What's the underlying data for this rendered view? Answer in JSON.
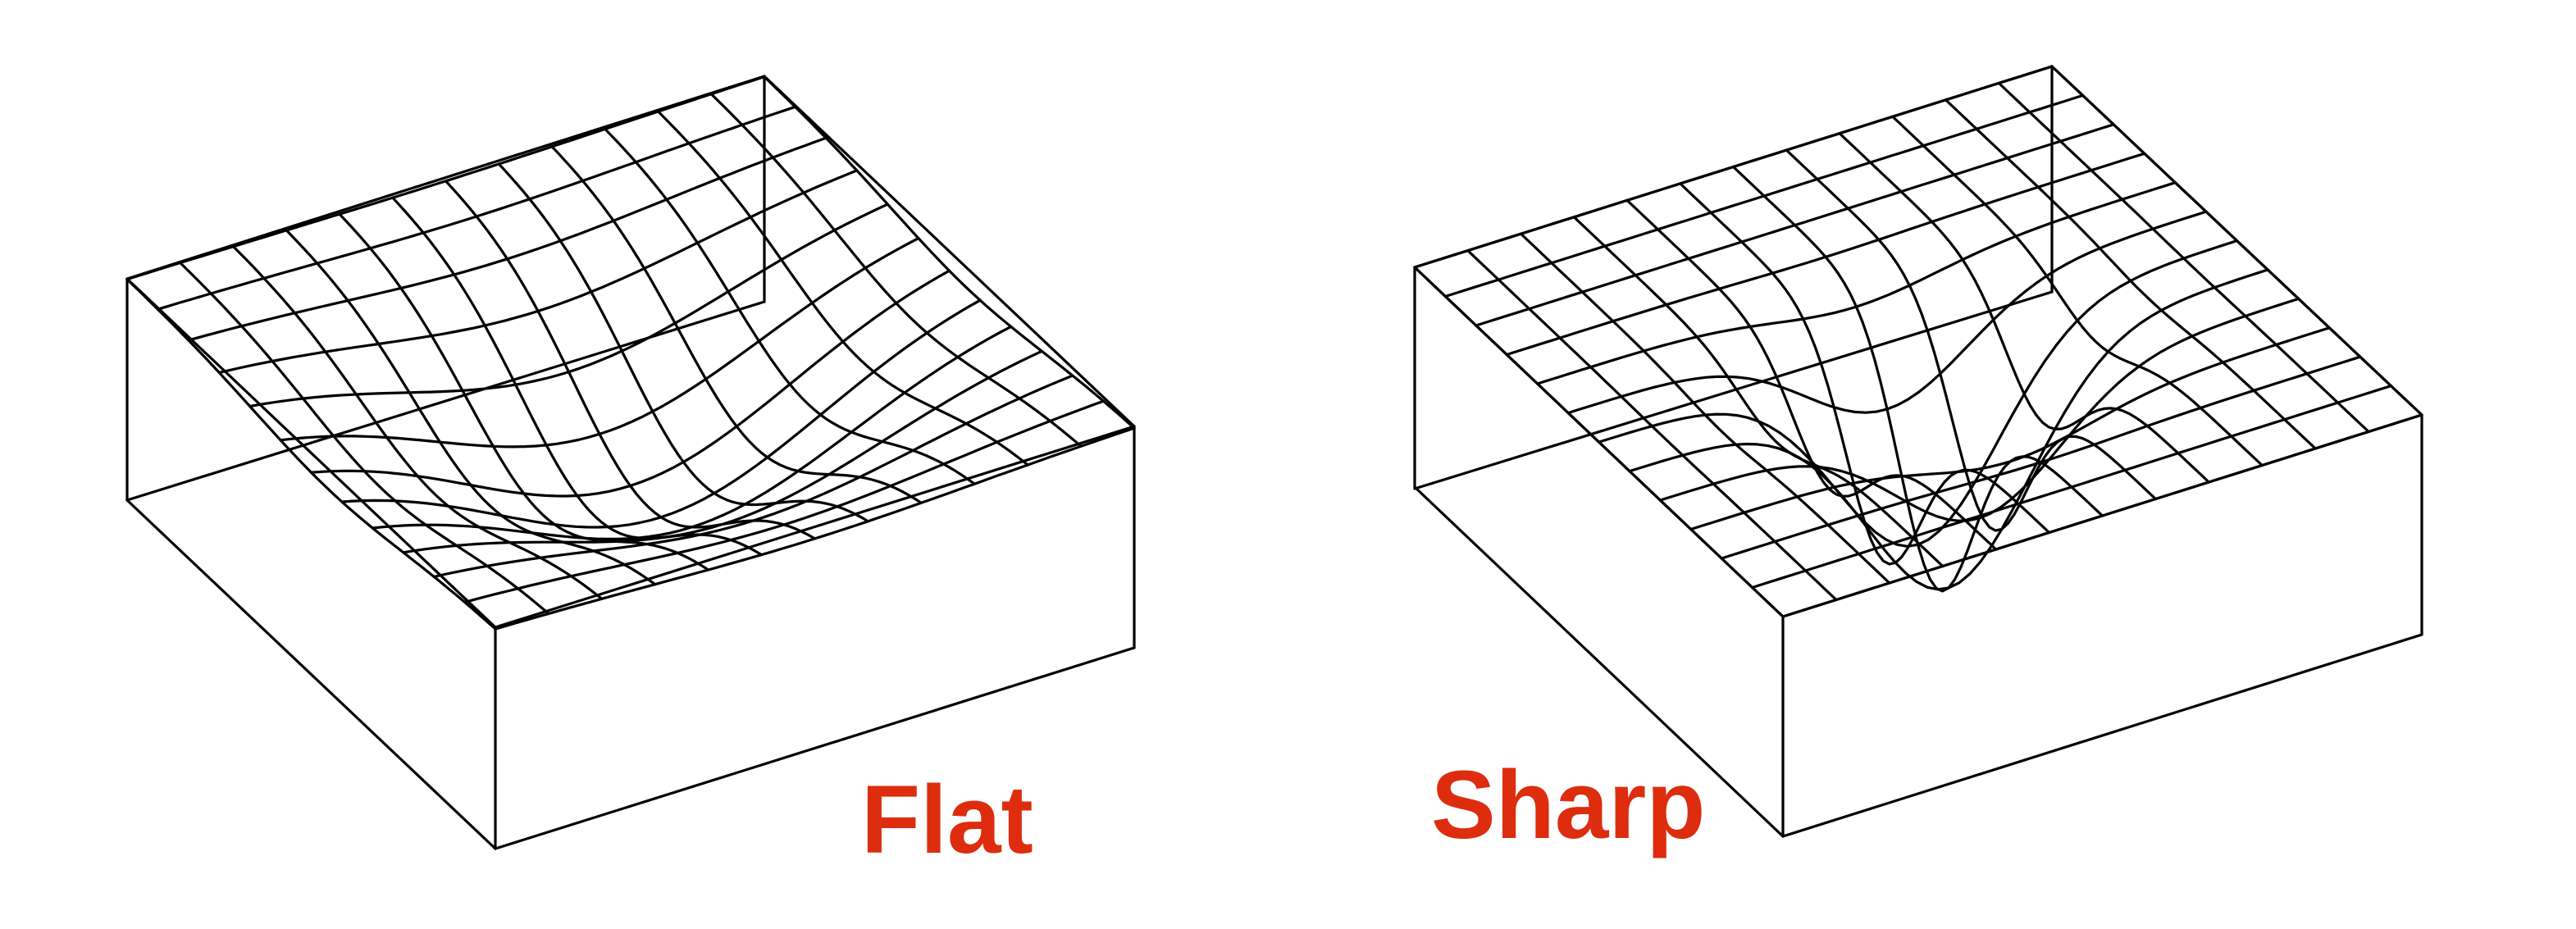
{
  "panels": [
    {
      "id": "flat",
      "label": "Flat",
      "label_color": "#dd2d0e",
      "surface": {
        "width": 0.18,
        "depth": 0.6,
        "curvature": "flat"
      }
    },
    {
      "id": "sharp",
      "label": "Sharp",
      "label_color": "#dd2d0e",
      "surface": {
        "width": 0.09,
        "depth": 1.0,
        "curvature": "sharp"
      }
    }
  ],
  "colors": {
    "line": "#000000",
    "background": "#ffffff"
  }
}
